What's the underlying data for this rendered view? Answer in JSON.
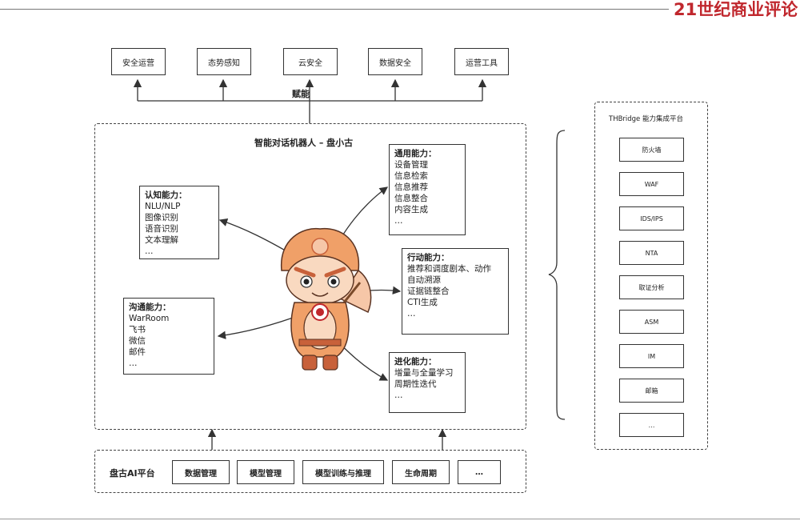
{
  "brand": "21世纪商业评论",
  "top_modules": [
    "安全运营",
    "态势感知",
    "云安全",
    "数据安全",
    "运营工具"
  ],
  "empower_label": "赋能",
  "robot": {
    "title": "智能对话机器人 – 盘小古",
    "abilities": {
      "cognition": {
        "title": "认知能力：",
        "items": [
          "NLU/NLP",
          "图像识别",
          "语音识别",
          "文本理解",
          "…"
        ]
      },
      "general": {
        "title": "通用能力：",
        "items": [
          "设备管理",
          "信息检索",
          "信息推荐",
          "信息整合",
          "内容生成",
          "…"
        ]
      },
      "action": {
        "title": "行动能力：",
        "items": [
          "推荐和调度剧本、动作",
          "自动溯源",
          "证据链整合",
          "CTI生成",
          "…"
        ]
      },
      "communication": {
        "title": "沟通能力：",
        "items": [
          "WarRoom",
          "飞书",
          "微信",
          "邮件",
          "…"
        ]
      },
      "evolution": {
        "title": "进化能力：",
        "items": [
          "增量与全量学习",
          "周期性迭代",
          "…"
        ]
      }
    }
  },
  "platform": {
    "title": "盘古AI平台",
    "items": [
      "数据管理",
      "模型管理",
      "模型训练与推理",
      "生命周期",
      "…"
    ]
  },
  "thbridge": {
    "title": "THBridge 能力集成平台",
    "items": [
      "防火墙",
      "WAF",
      "IDS/IPS",
      "NTA",
      "取证分析",
      "ASM",
      "IM",
      "邮箱",
      "…"
    ]
  },
  "colors": {
    "brand": "#c0272d",
    "mascot_orange": "#f0a068",
    "mascot_dark": "#c8613a"
  }
}
